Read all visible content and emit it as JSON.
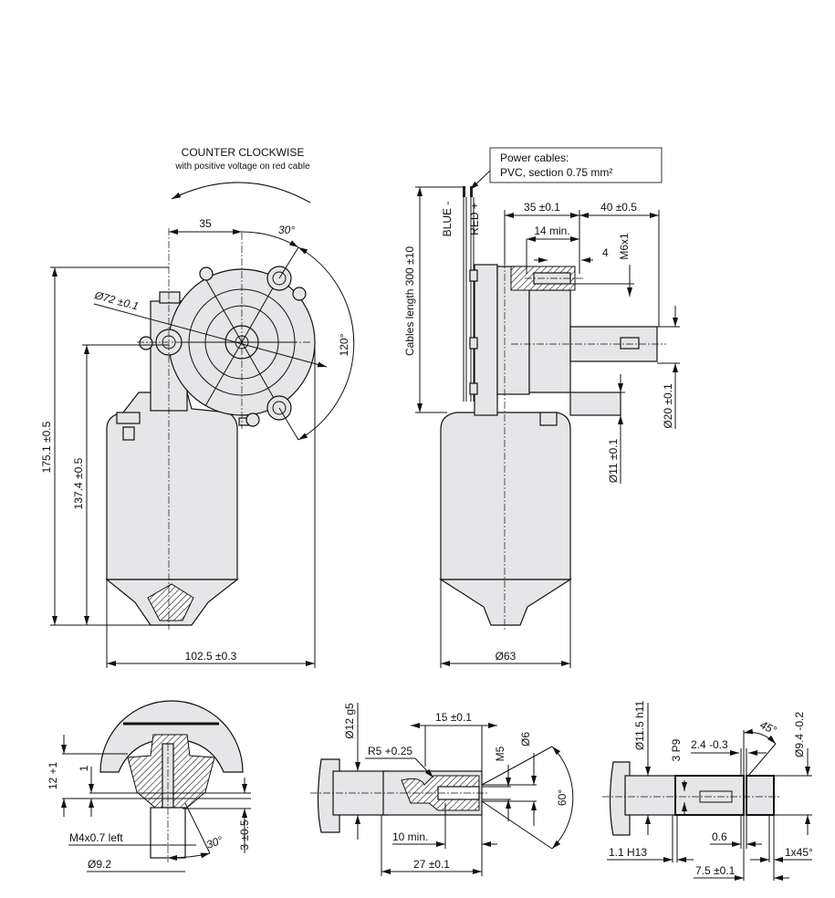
{
  "front_view": {
    "rotation_title": "COUNTER CLOCKWISE",
    "rotation_subtitle": "with positive voltage on red cable",
    "dim_35": "35",
    "angle_30": "30°",
    "angle_120": "120°",
    "dia_72": "Ø72 ±0.1",
    "height_175": "175.1 ±0.5",
    "height_137": "137.4 ±0.5",
    "width_102": "102.5 ±0.3"
  },
  "side_view": {
    "power_cables_line1": "Power cables:",
    "power_cables_line2": "PVC, section 0.75 mm²",
    "cable_blue": "BLUE -",
    "cable_red": "RED +",
    "cables_length": "Cables length  300 ±10",
    "dim_35": "35 ±0.1",
    "dim_40": "40 ±0.5",
    "dim_14": "14 min.",
    "dim_4": "4",
    "thread_m6": "M6x1",
    "dia_20": "Ø20 ±0.1",
    "dia_11": "Ø11 ±0.1",
    "dia_63": "Ø63",
    "colors": {
      "blue_cable": "#222222",
      "red_cable": "#222222"
    }
  },
  "detail_bottom_left": {
    "dim_12": "12 +1",
    "dim_1": "1",
    "thread": "M4x0.7 left",
    "dia_9": "Ø9.2",
    "angle_30": "30°",
    "dim_3": "3 ±0.5"
  },
  "detail_bottom_middle": {
    "dia_12": "Ø12 g5",
    "dim_15": "15 ±0.1",
    "radius": "R5 +0.25",
    "thread_m5": "M5",
    "dia_6": "Ø6",
    "angle_60": "60°",
    "dim_10": "10 min.",
    "dim_27": "27 ±0.1"
  },
  "detail_bottom_right": {
    "dia_11_5": "Ø11.5 h11",
    "key_3": "3 P9",
    "dim_2_4": "2.4 -0.3",
    "angle_45": "45°",
    "dia_9_4": "Ø9.4 -0.2",
    "dim_0_6": "0.6",
    "dim_1_1": "1.1 H13",
    "chamfer": "1x45°",
    "dim_7_5": "7.5 ±0.1"
  }
}
